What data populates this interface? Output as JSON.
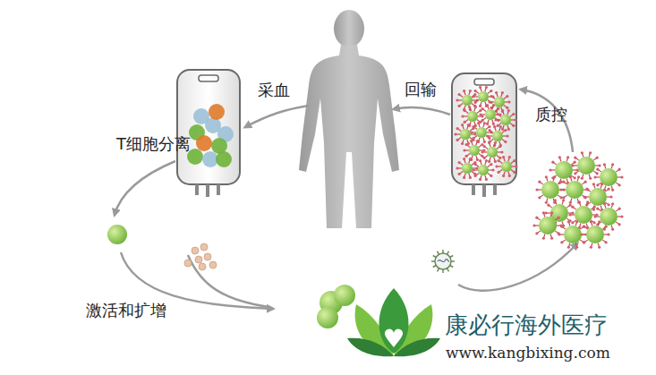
{
  "diagram": {
    "labels": [
      "采血",
      "回输",
      "质控",
      "T细胞分离",
      "激活和扩增",
      "康必行海外医疗",
      "www.kangbixing.com"
    ]
  }
}
